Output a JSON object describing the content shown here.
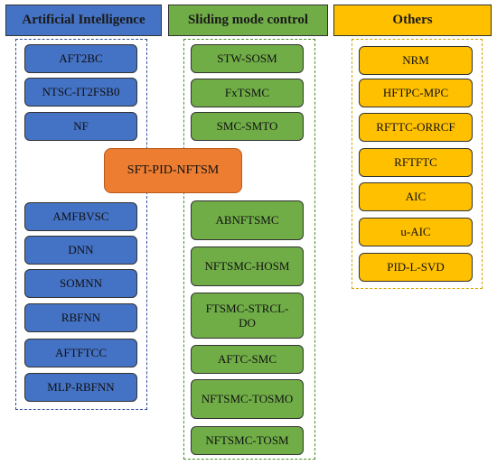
{
  "colors": {
    "ai_fill": "#4472c4",
    "ai_border": "#2f4f9a",
    "smc_fill": "#70ad47",
    "smc_border": "#4f8a2b",
    "others_fill": "#ffc000",
    "others_border": "#d6a400",
    "center_fill": "#ed7d31"
  },
  "center": {
    "label": "SFT-PID-NFTSM"
  },
  "columns": {
    "ai": {
      "header": "Artificial Intelligence",
      "items": [
        "AFT2BC",
        "NTSC-IT2FSB0",
        "NF",
        "AMFBVSC",
        "DNN",
        "SOMNN",
        "RBFNN",
        "AFTFTCC",
        "MLP-RBFNN"
      ]
    },
    "smc": {
      "header": "Sliding mode control",
      "items": [
        "STW-SOSM",
        "FxTSMC",
        "SMC-SMTO",
        "ABNFTSMC",
        "NFTSMC-HOSM",
        "FTSMC-STRCL-DO",
        "AFTC-SMC",
        "NFTSMC-TOSMO",
        "NFTSMC-TOSM"
      ]
    },
    "others": {
      "header": "Others",
      "items": [
        "NRM",
        "HFTPC-MPC",
        "RFTTC-ORRCF",
        "RFTFTC",
        "AIC",
        "u-AIC",
        "PID-L-SVD"
      ]
    }
  }
}
